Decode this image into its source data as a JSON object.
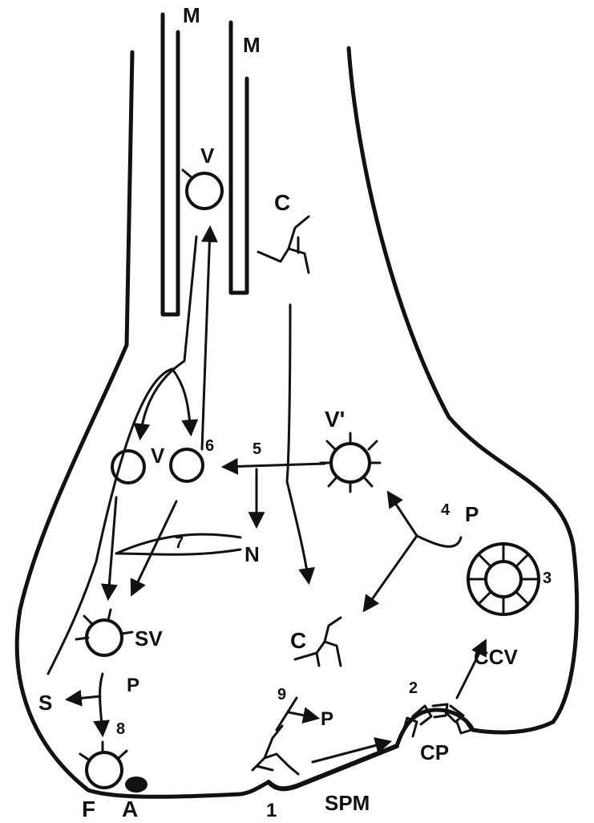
{
  "labels": {
    "m1": "M",
    "m2": "M",
    "v_top": "V",
    "c_top": "C",
    "v_prime": "V'",
    "v_mid": "V",
    "n6": "6",
    "n5": "5",
    "n4": "4",
    "p4": "P",
    "n3": "3",
    "n7": "7",
    "n_n": "N",
    "sv": "SV",
    "p_sv": "P",
    "s": "S",
    "n8": "8",
    "c_bottom": "C",
    "n9": "9",
    "p9": "P",
    "n2": "2",
    "ccv": "CCV",
    "cp": "CP",
    "f": "F",
    "a": "A",
    "n1": "1",
    "spm": "SPM"
  }
}
